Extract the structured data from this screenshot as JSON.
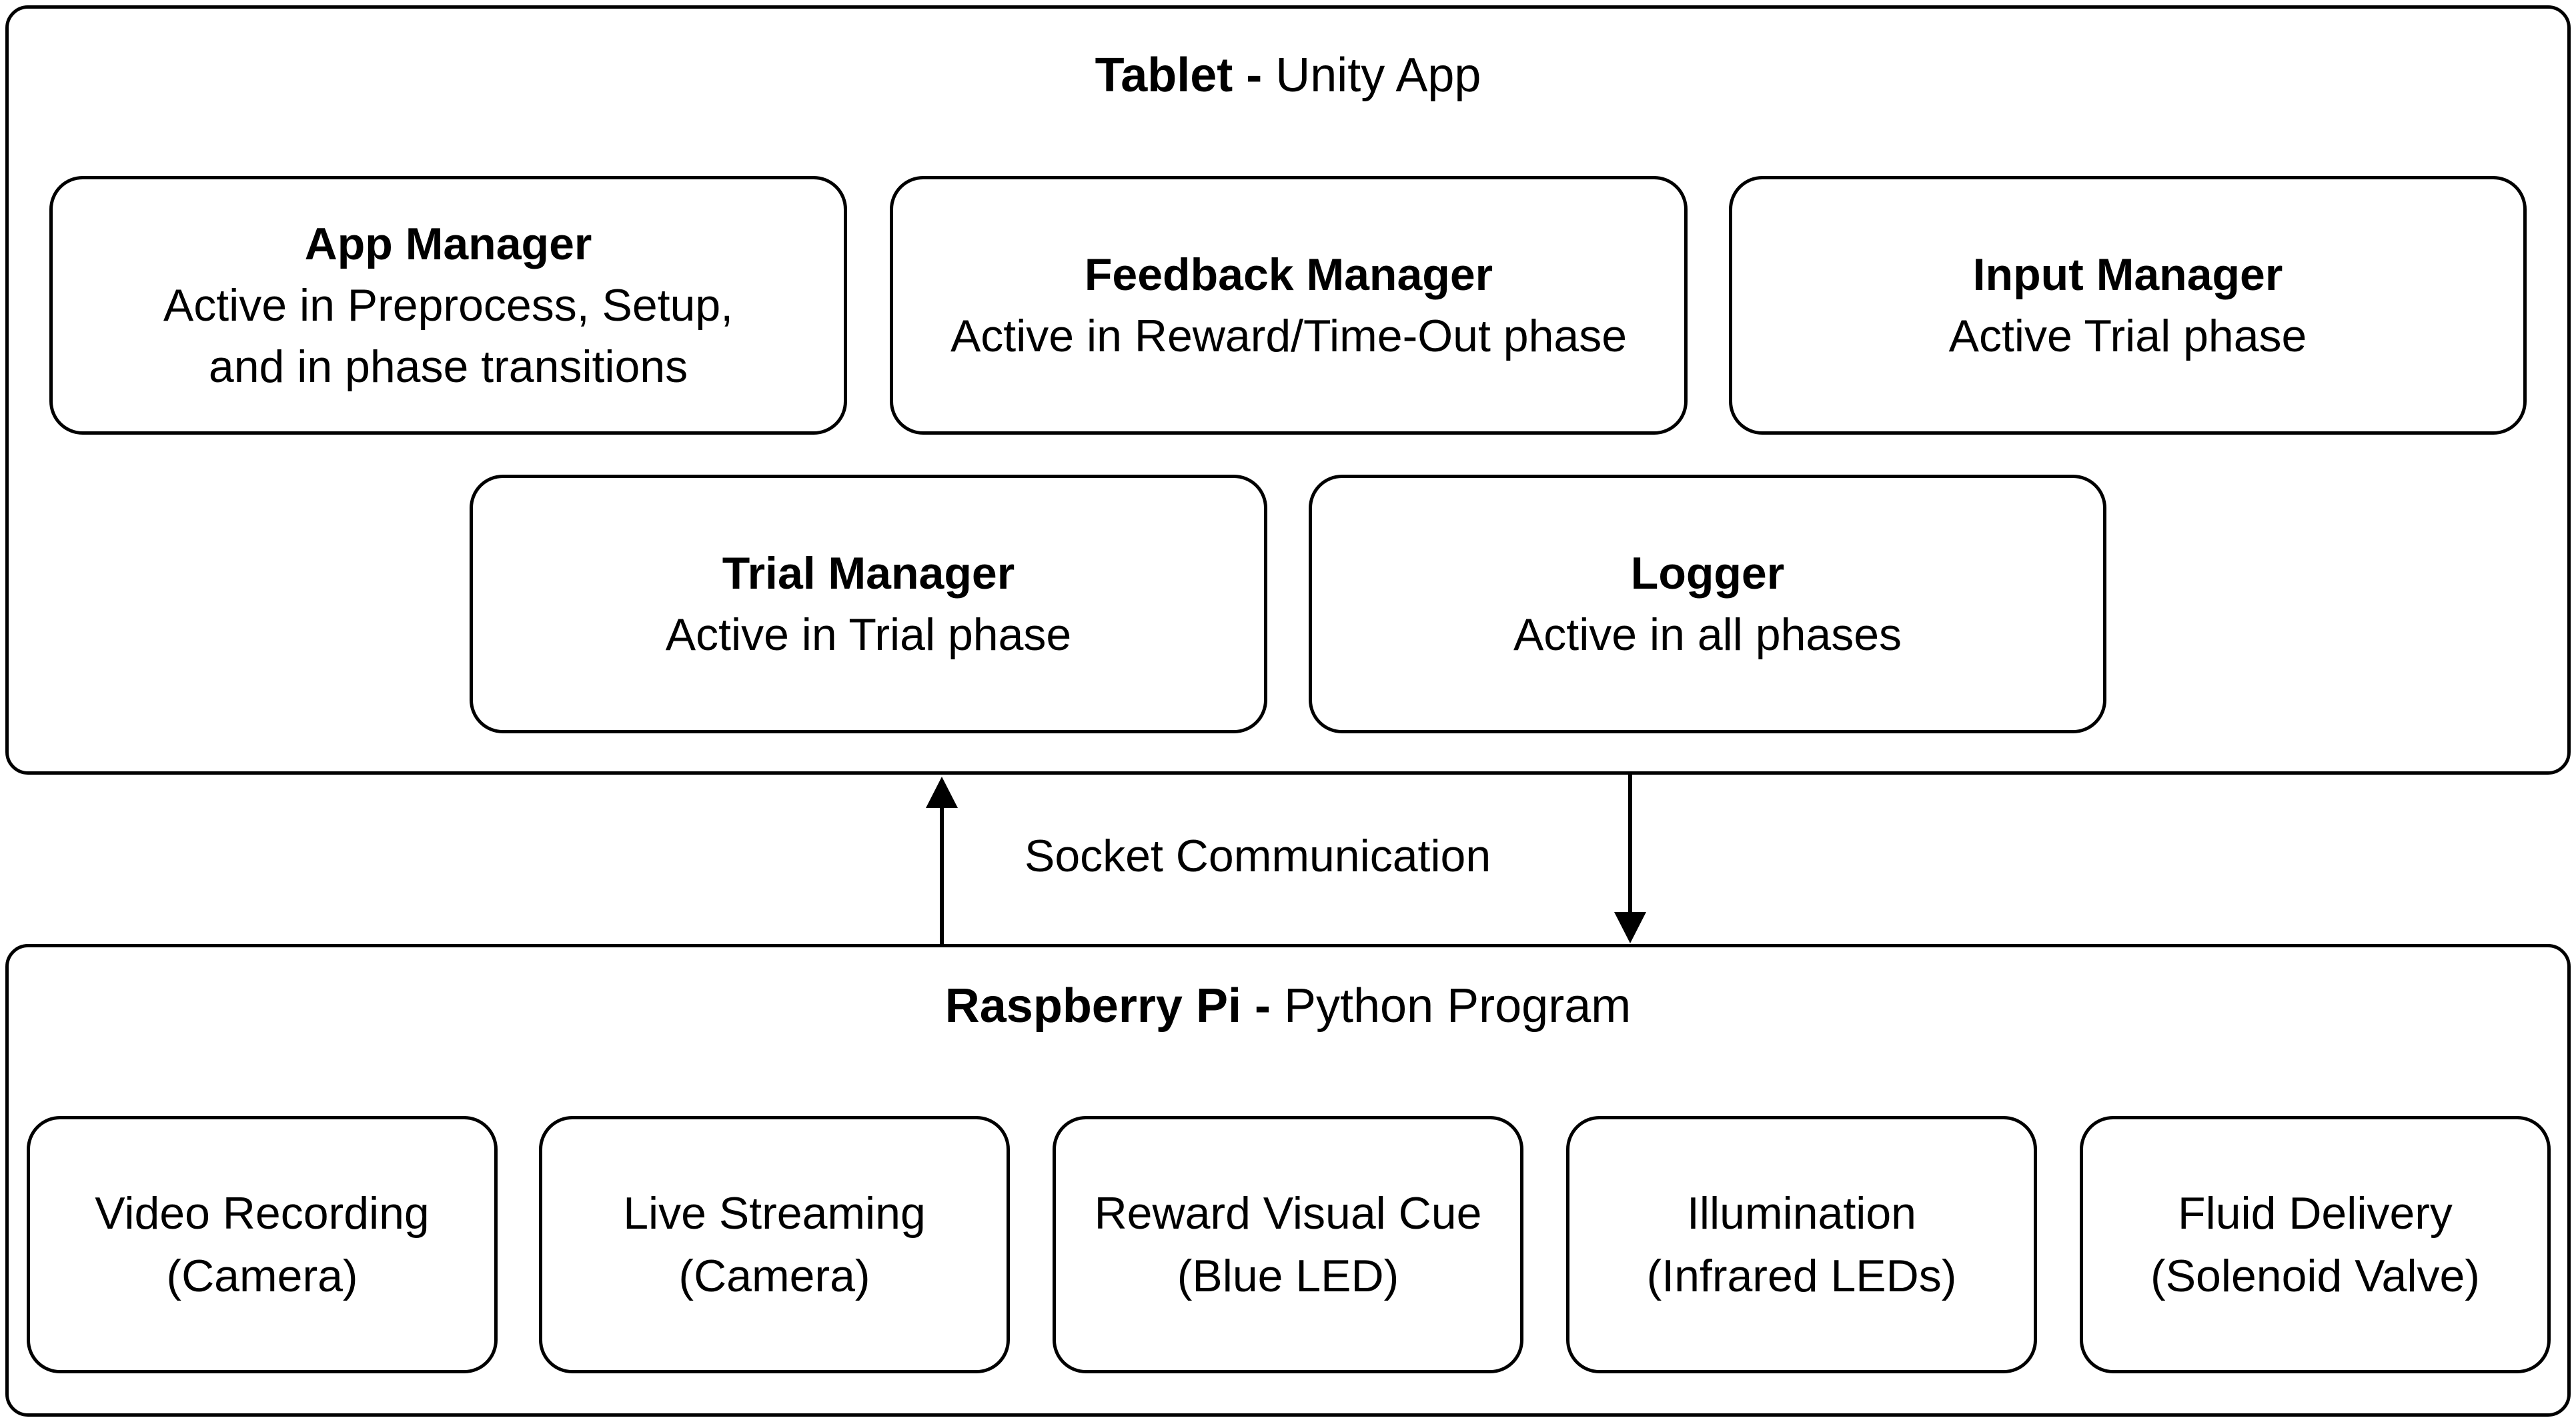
{
  "tablet": {
    "title_bold": "Tablet -",
    "title_rest": "Unity App",
    "modules": [
      {
        "name": "App Manager",
        "desc": "Active in Preprocess, Setup,\nand in phase transitions"
      },
      {
        "name": "Feedback Manager",
        "desc": "Active in Reward/Time-Out phase"
      },
      {
        "name": "Input Manager",
        "desc": "Active Trial phase"
      },
      {
        "name": "Trial Manager",
        "desc": "Active in Trial phase"
      },
      {
        "name": "Logger",
        "desc": "Active in all phases"
      }
    ]
  },
  "connection": {
    "label": "Socket Communication"
  },
  "pi": {
    "title_bold": "Raspberry Pi -",
    "title_rest": "Python Program",
    "modules": [
      {
        "line1": "Video Recording",
        "line2": "(Camera)"
      },
      {
        "line1": "Live Streaming",
        "line2": "(Camera)"
      },
      {
        "line1": "Reward Visual Cue",
        "line2": "(Blue LED)"
      },
      {
        "line1": "Illumination",
        "line2": "(Infrared LEDs)"
      },
      {
        "line1": "Fluid Delivery",
        "line2": "(Solenoid Valve)"
      }
    ]
  }
}
